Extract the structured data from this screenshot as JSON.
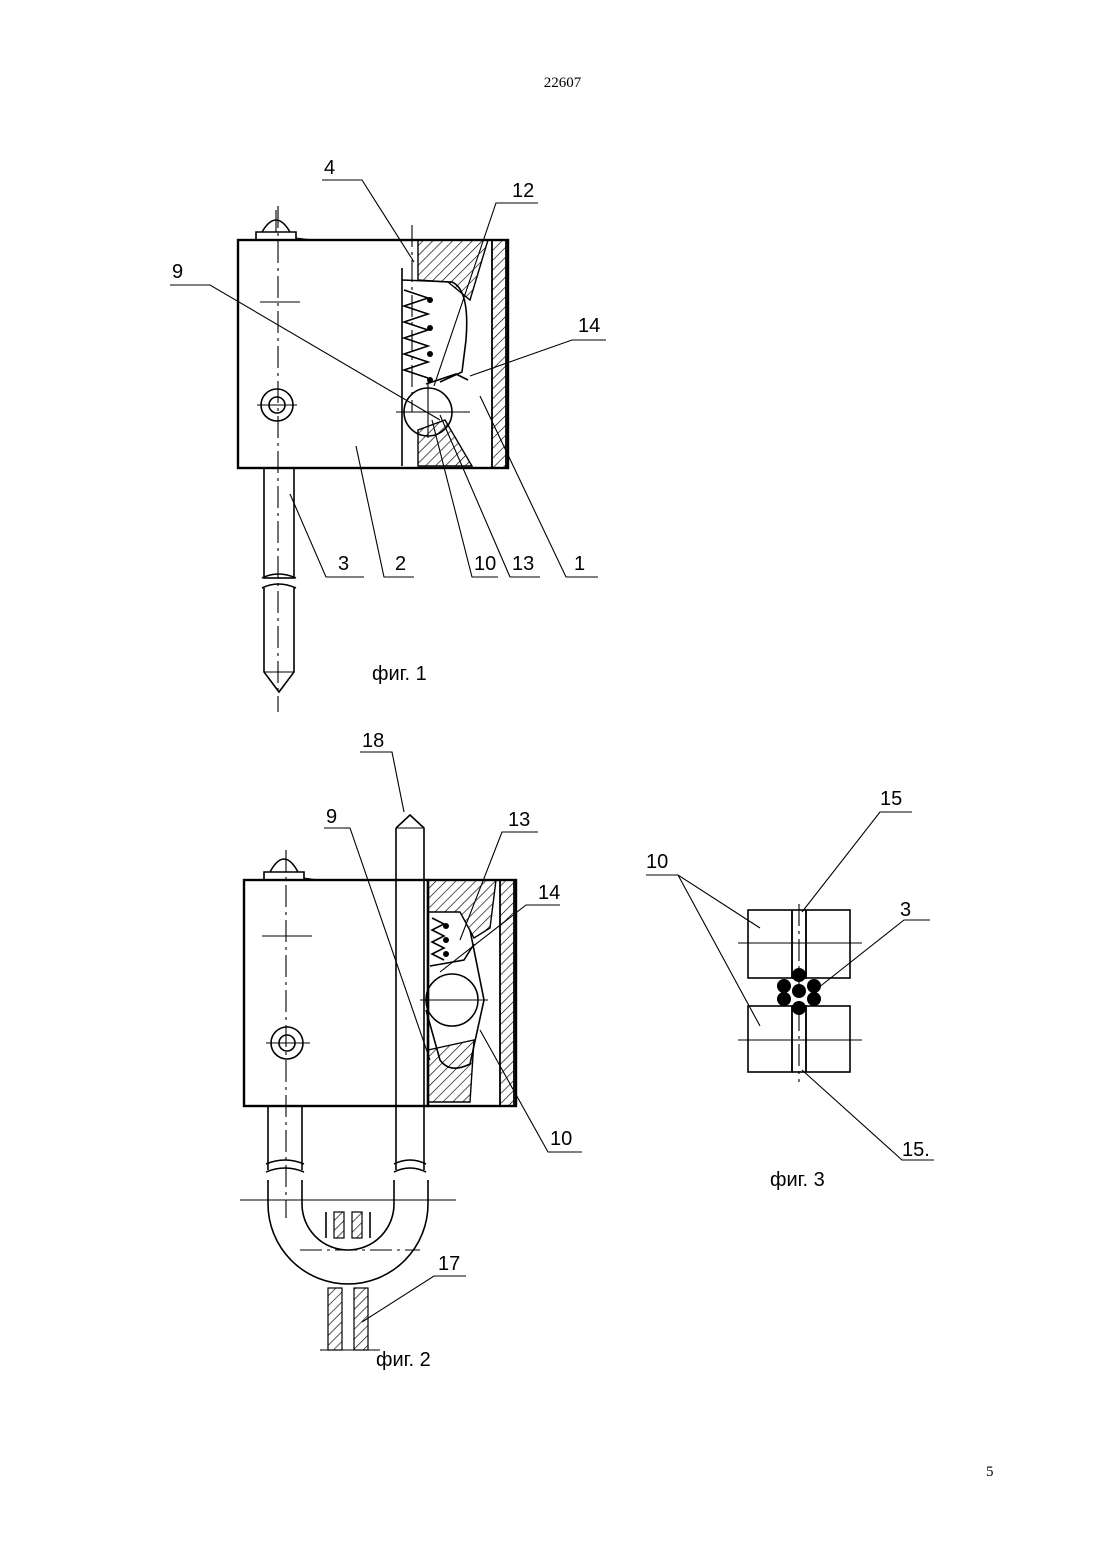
{
  "header": {
    "doc_number": "22607"
  },
  "footer": {
    "page_number": "5"
  },
  "figures": {
    "fig1": {
      "caption": "фиг. 1",
      "labels": {
        "l4": "4",
        "l12": "12",
        "l9": "9",
        "l14": "14",
        "l3": "3",
        "l2": "2",
        "l10": "10",
        "l13": "13",
        "l1": "1"
      }
    },
    "fig2": {
      "caption": "фиг. 2",
      "labels": {
        "l18": "18",
        "l9": "9",
        "l13": "13",
        "l14": "14",
        "l10": "10",
        "l17": "17"
      }
    },
    "fig3": {
      "caption": "фиг. 3",
      "labels": {
        "l15_top": "15",
        "l10": "10",
        "l3": "3",
        "l15_bottom": "15."
      }
    }
  }
}
